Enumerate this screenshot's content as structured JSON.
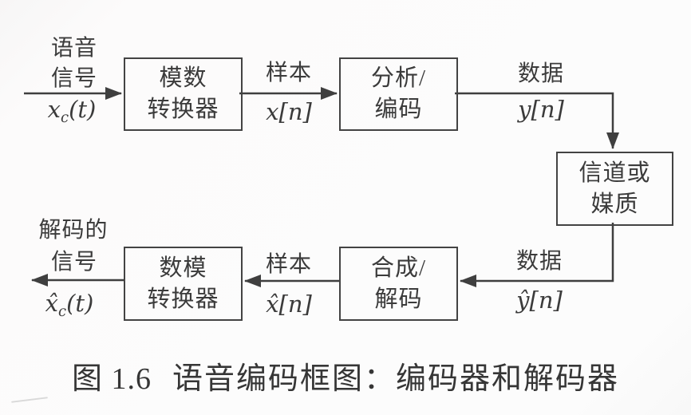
{
  "figure": {
    "caption_number": "图 1.6",
    "caption_title": "语音编码框图：编码器和解码器"
  },
  "boxes": {
    "adc": {
      "line1": "模数",
      "line2": "转换器"
    },
    "encoder": {
      "line1": "分析/",
      "line2": "编码"
    },
    "channel": {
      "line1": "信道或",
      "line2": "媒质"
    },
    "decoder": {
      "line1": "合成/",
      "line2": "解码"
    },
    "dac": {
      "line1": "数模",
      "line2": "转换器"
    }
  },
  "signals": {
    "input": {
      "label1": "语音",
      "label2": "信号",
      "math_base": "x",
      "math_sub": "c",
      "math_rest": "(t)"
    },
    "samples_top": {
      "label": "样本",
      "math_base": "x",
      "math_rest": "[n]"
    },
    "data_top": {
      "label": "数据",
      "math_base": "y",
      "math_rest": "[n]"
    },
    "data_bottom": {
      "label": "数据",
      "math_base": "ŷ",
      "math_rest": "[n]"
    },
    "samples_bottom": {
      "label": "样本",
      "math_base": "x̂",
      "math_rest": "[n]"
    },
    "output": {
      "label1": "解码的",
      "label2": "信号",
      "math_base": "x̂",
      "math_sub": "c",
      "math_rest": "(t)"
    }
  },
  "colors": {
    "ink": "#3f3f3f",
    "background": "#fcfcfc"
  }
}
